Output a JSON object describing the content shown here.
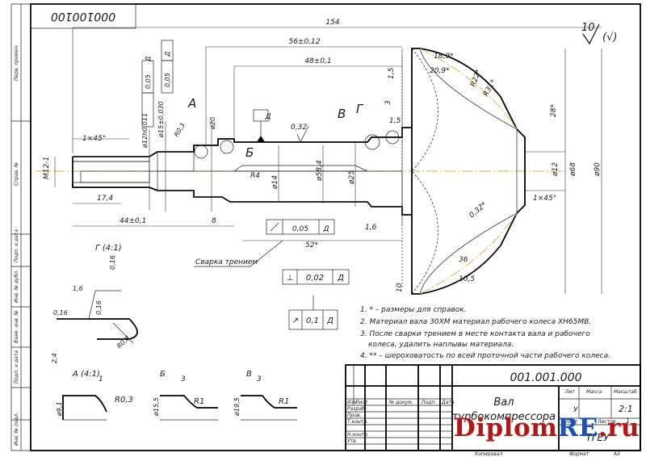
{
  "header": {
    "doc_code_rotated": "000100100"
  },
  "surface_finish": {
    "ra": "10",
    "symbol": "(√)"
  },
  "dimensions": {
    "overall_length": "154",
    "len_56": "56±0,12",
    "len_48": "48±0,1",
    "len_189": "18,9*",
    "len_209": "20,9*",
    "r22": "R22*",
    "r31": "R31*",
    "len_28": "28*",
    "len_15a": "1,5",
    "len_3": "3",
    "len_15b": "1,5",
    "chamfer_left": "1×45°",
    "chamfer_right": "1×45°",
    "dia_12": "ø12h0,011",
    "dia_15": "ø15±0,030",
    "dia_20": "ø20",
    "tol_005a": "0,05",
    "tol_005b": "0,05",
    "datum_a_box": "Д",
    "datum_a_box2": "Д",
    "r063": "R0,3",
    "roughness_032": "0,32",
    "dia_m121": "M12-1",
    "len_174": "17,4",
    "len_44": "44±0,1",
    "len_8": "8",
    "dia_14": "ø14",
    "dia_584": "ø58,4",
    "dia_25": "ø25",
    "r4": "R4",
    "dia_12b": "ø12",
    "dia_68": "ø68",
    "dia_90": "ø90",
    "tol_flat": "0,05",
    "len_52": "52*",
    "len_16": "1,6",
    "angle_032": "0,32*",
    "len_36": "36",
    "len_105": "10,5",
    "len_10": "10"
  },
  "section_labels": {
    "A": "А",
    "B": "Б",
    "V": "В",
    "G": "Г",
    "D": "Д"
  },
  "weld_note": "Сварка трением",
  "gdt_boxes": [
    {
      "sym": "⊥",
      "val": "0,02",
      "datum": "Д"
    },
    {
      "sym": "↗",
      "val": "0,1",
      "datum": "Д"
    }
  ],
  "details": {
    "g_title": "Г (4:1)",
    "g_val_1": "0,16",
    "g_val_2": "1,6",
    "g_val_3": "0,16",
    "g_val_4": "0,16",
    "g_val_5": "2,4",
    "g_val_6": "R0,8",
    "a_title": "А (4:1)",
    "a_dim_1": "1",
    "a_r": "R0,3",
    "a_dia": "ø9,1",
    "b_title": "Б",
    "b_dim": "3",
    "b_r": "R1",
    "b_dia": "ø15,5",
    "v_title": "В",
    "v_dim": "3",
    "v_r": "R1",
    "v_dia": "ø19,5"
  },
  "notes": [
    "1. * – размеры для справок.",
    "2. Материал вала 30ХМ материал рабочего колеса ХН65МВ.",
    "3. После сварки трением в месте контакта вала и рабочего",
    "колеса, удалить наплывы материала.",
    "4. ** – шероховатость по всей проточной части рабочего колеса."
  ],
  "title_block": {
    "doc_number": "001.001.000",
    "name_line1": "Вал",
    "name_line2": "турбокомпрессора",
    "col_izm": "Изм",
    "col_list": "Лист",
    "col_doc": "№ докум.",
    "col_sign": "Подп.",
    "col_date": "Дата",
    "row_razrab": "Разраб.",
    "row_prov": "Пров.",
    "row_tkontr": "Т.контр.",
    "row_nkontr": "Н.контр.",
    "row_utv": "Утв.",
    "lit": "Лит",
    "massa": "Масса",
    "masshtab": "Масштаб",
    "massa_val": "",
    "masshtab_val": "2:1",
    "lit_val": "У",
    "list": "Лист",
    "listov": "Листов",
    "listov_val": "1",
    "org": "ТГЕУ",
    "kopiroval": "Копировал",
    "format": "Формат",
    "format_val": "А3"
  },
  "side_stamps": [
    "Перв. примен.",
    "Справ. №",
    "Подп. и дата",
    "Инв. № дубл.",
    "Взам. инв. №",
    "Подп. и дата",
    "Инв. № подл."
  ],
  "watermark": {
    "part1": "Diplom",
    "part2": "RE",
    "part3": ".ru"
  }
}
